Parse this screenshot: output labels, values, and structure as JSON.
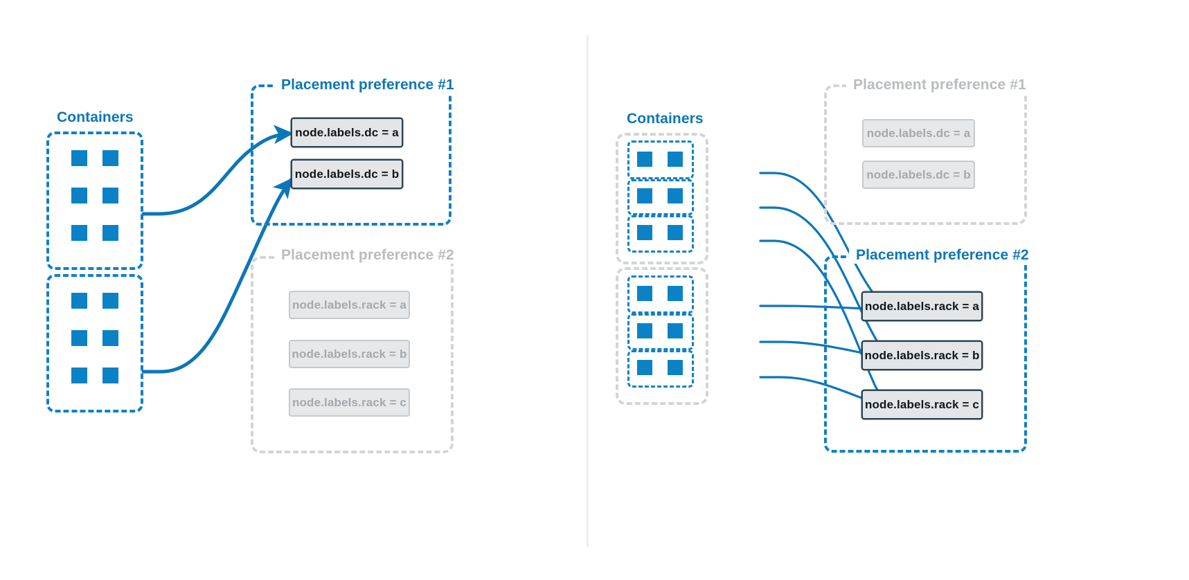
{
  "colors": {
    "accent_blue": "#0b82c6",
    "title_blue": "#0d76b8",
    "dim_gray": "#b9bcbf",
    "frame_gray": "#d2d5d7",
    "box_fill": "#e3e5e7",
    "box_border_active": "#2d4654",
    "box_border_dim": "#c6cacd",
    "divider": "#eceef0"
  },
  "left_panel": {
    "containers_label": "Containers",
    "container_groups": [
      {
        "id": "group-1",
        "rows": 3,
        "cols": 2
      },
      {
        "id": "group-2",
        "rows": 3,
        "cols": 2
      }
    ],
    "preference_1": {
      "title": "Placement preference #1",
      "state": "active",
      "rules": [
        {
          "label": "node.labels.dc = a",
          "state": "active"
        },
        {
          "label": "node.labels.dc = b",
          "state": "active"
        }
      ]
    },
    "preference_2": {
      "title": "Placement preference #2",
      "state": "dimmed",
      "rules": [
        {
          "label": "node.labels.rack = a",
          "state": "dimmed"
        },
        {
          "label": "node.labels.rack = b",
          "state": "dimmed"
        },
        {
          "label": "node.labels.rack = c",
          "state": "dimmed"
        }
      ]
    },
    "connections": [
      {
        "from": "group-1",
        "to": "node.labels.dc = a"
      },
      {
        "from": "group-2",
        "to": "node.labels.dc = b"
      }
    ]
  },
  "right_panel": {
    "containers_label": "Containers",
    "container_groups": [
      {
        "id": "group-1",
        "rows": 3,
        "cols": 2,
        "outer": "dimmed",
        "inner": "active"
      },
      {
        "id": "group-2",
        "rows": 3,
        "cols": 2,
        "outer": "dimmed",
        "inner": "active"
      }
    ],
    "preference_1": {
      "title": "Placement preference #1",
      "state": "dimmed",
      "rules": [
        {
          "label": "node.labels.dc = a",
          "state": "dimmed"
        },
        {
          "label": "node.labels.dc = b",
          "state": "dimmed"
        }
      ]
    },
    "preference_2": {
      "title": "Placement preference #2",
      "state": "active",
      "rules": [
        {
          "label": "node.labels.rack = a",
          "state": "active"
        },
        {
          "label": "node.labels.rack = b",
          "state": "active"
        },
        {
          "label": "node.labels.rack = c",
          "state": "active"
        }
      ]
    },
    "connections": [
      {
        "from": "row-1",
        "to": "node.labels.rack = a"
      },
      {
        "from": "row-2",
        "to": "node.labels.rack = b"
      },
      {
        "from": "row-3",
        "to": "node.labels.rack = c"
      },
      {
        "from": "row-4",
        "to": "node.labels.rack = a"
      },
      {
        "from": "row-5",
        "to": "node.labels.rack = b"
      },
      {
        "from": "row-6",
        "to": "node.labels.rack = c"
      }
    ]
  }
}
